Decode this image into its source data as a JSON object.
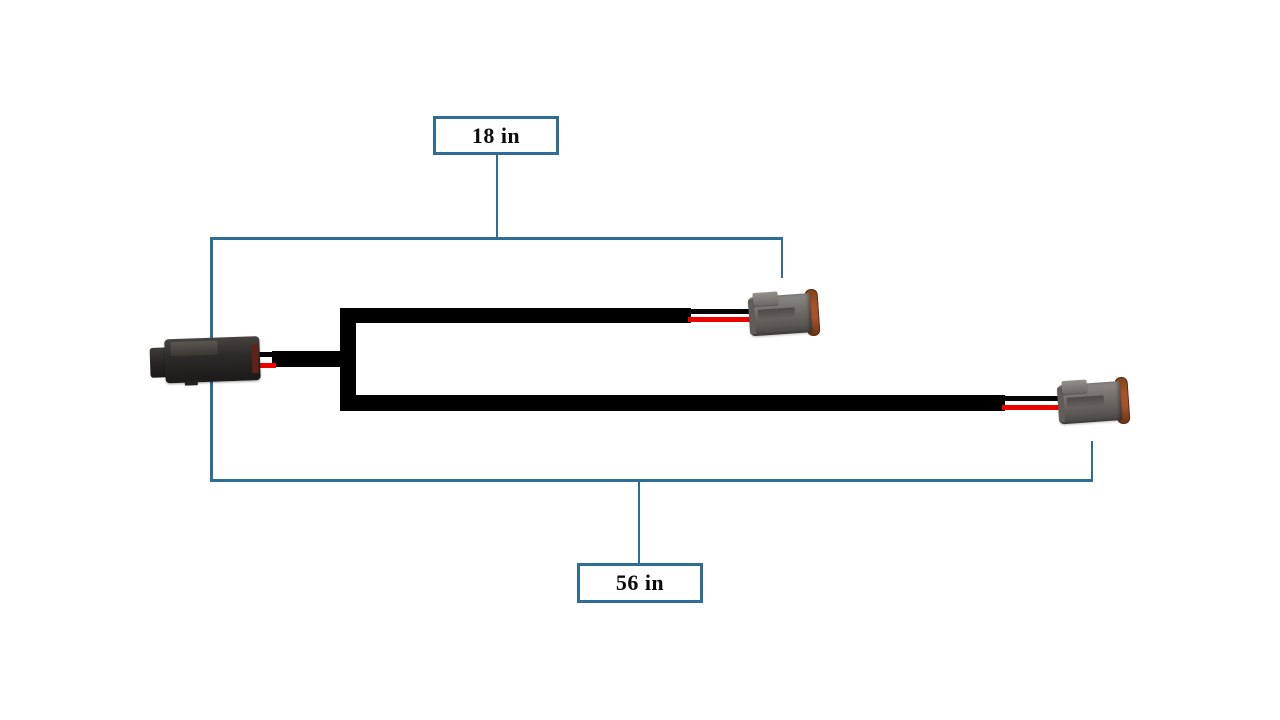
{
  "diagram": {
    "type": "cable-harness-dimension-diagram",
    "labels": {
      "branch_length": "18 in",
      "total_length": "56 in"
    },
    "colors": {
      "canvas-bg": "#ffffff",
      "dim-line": "#2e6d96",
      "cable": "#000000",
      "wire-black": "#050505",
      "wire-red": "#ec0400",
      "label-text": "#0b0b0b",
      "plug-dark": "#2d2b29",
      "receptacle-gray": "#6f6c68",
      "seal-orange": "#a6532a",
      "seal-maroon": "#642116"
    },
    "connectors": {
      "input": "2-pin plug connector",
      "branch_top": "2-pin receptacle connector",
      "branch_bottom": "2-pin receptacle connector"
    }
  }
}
